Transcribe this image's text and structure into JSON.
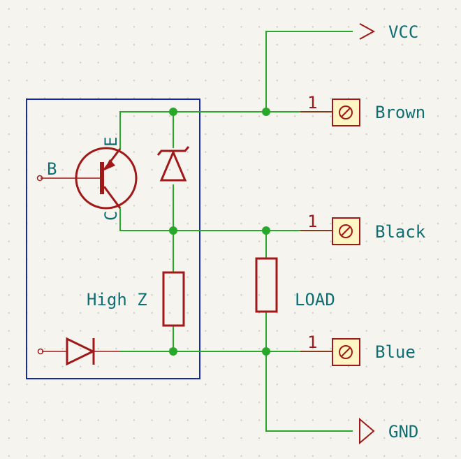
{
  "labels": {
    "vcc": "VCC",
    "gnd": "GND",
    "brown": "Brown",
    "black": "Black",
    "blue": "Blue",
    "high_z": "High Z",
    "load": "LOAD",
    "b": "B",
    "c": "C",
    "e": "E",
    "pin_brown": "1",
    "pin_black": "1",
    "pin_blue": "1"
  },
  "colors": {
    "wire": "#27a82a",
    "symbol": "#a01818",
    "text": "#0f6e72",
    "box": "#1428a8",
    "terminal_fill": "#fff6c3",
    "background": "#f5f4ef"
  }
}
